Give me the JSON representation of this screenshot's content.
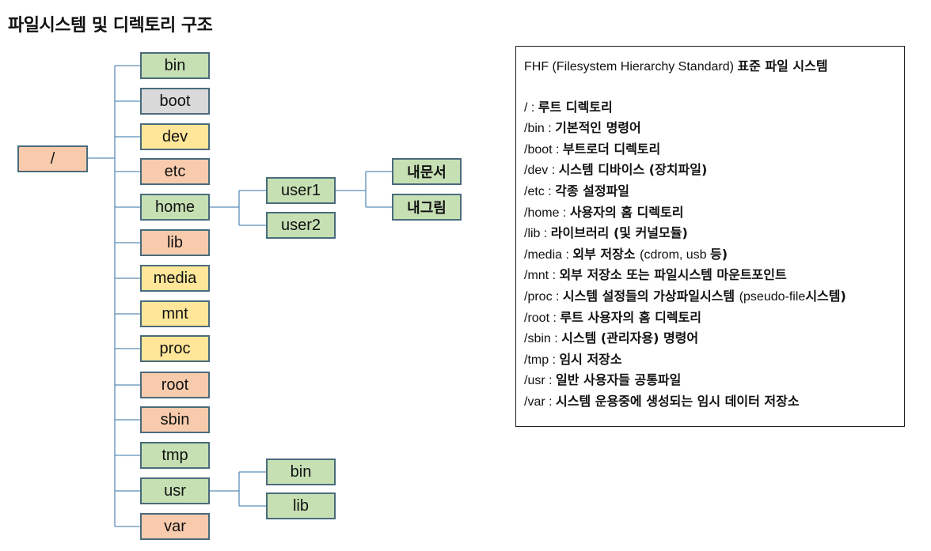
{
  "title": "파일시스템 및 디렉토리 구조",
  "tree": {
    "root": "/",
    "children": [
      "bin",
      "boot",
      "dev",
      "etc",
      "home",
      "lib",
      "media",
      "mnt",
      "proc",
      "root",
      "sbin",
      "tmp",
      "usr",
      "var"
    ],
    "home_children": [
      "user1",
      "user2"
    ],
    "user1_children": [
      "내문서",
      "내그림"
    ],
    "usr_children": [
      "bin",
      "lib"
    ]
  },
  "info": {
    "header_plain": "FHF (Filesystem Hierarchy Standard) ",
    "header_bold": "표준 파일 시스템",
    "rows": [
      {
        "path": "/ : ",
        "desc": "루트 디렉토리"
      },
      {
        "path": "/bin : ",
        "desc": "기본적인 명령어"
      },
      {
        "path": "/boot : ",
        "desc": "부트로더 디렉토리"
      },
      {
        "path": "/dev : ",
        "desc": "시스템 디바이스 (장치파일)"
      },
      {
        "path": "/etc : ",
        "desc": "각종 설정파일"
      },
      {
        "path": "/home : ",
        "desc": "사용자의 홈 디렉토리"
      },
      {
        "path": "/lib : ",
        "desc": "라이브러리 (및 커널모듈)"
      },
      {
        "path": "/media : ",
        "desc": "외부 저장소 ",
        "extra": "(cdrom, usb ",
        "desc2": "등)"
      },
      {
        "path": "/mnt : ",
        "desc": "외부 저장소 또는 파일시스템 마운트포인트"
      },
      {
        "path": "/proc : ",
        "desc": "시스템 설정들의 가상파일시스템 ",
        "extra": "(pseudo-file",
        "desc2": "시스템)"
      },
      {
        "path": "/root : ",
        "desc": "루트 사용자의 홈 디렉토리"
      },
      {
        "path": "/sbin : ",
        "desc": "시스템 (관리자용) 명령어"
      },
      {
        "path": "/tmp : ",
        "desc": "임시 저장소"
      },
      {
        "path": "/usr : ",
        "desc": "일반 사용자들 공통파일"
      },
      {
        "path": "/var : ",
        "desc": "시스템 운용중에 생성되는 임시 데이터 저장소"
      }
    ]
  }
}
